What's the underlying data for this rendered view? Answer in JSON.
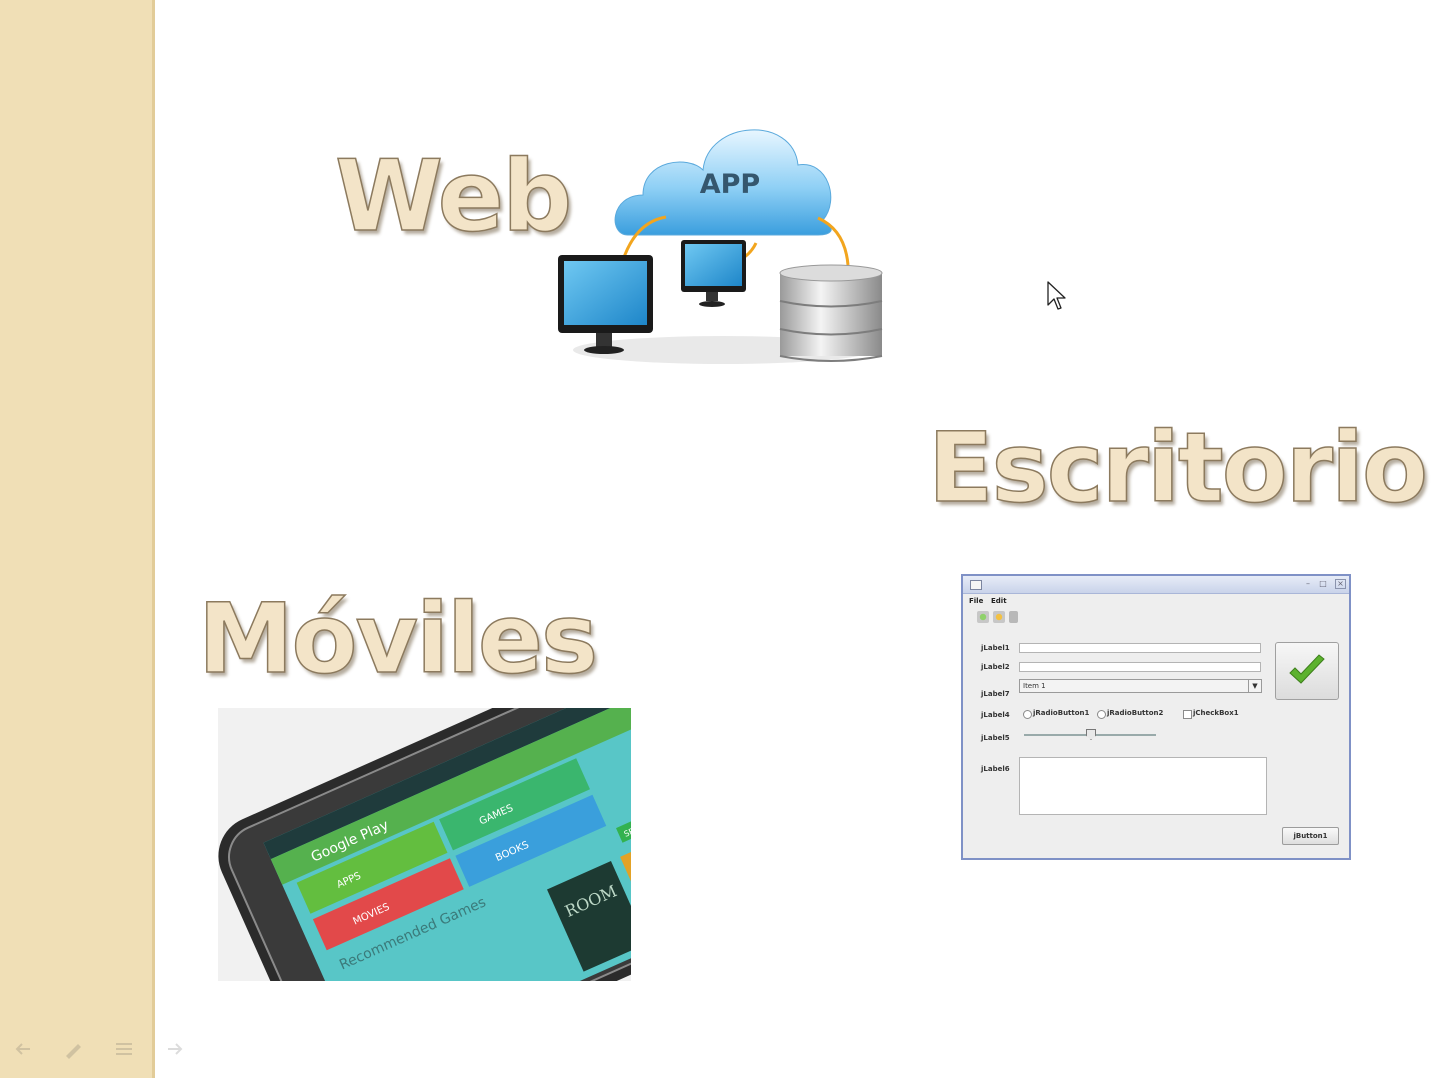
{
  "slide": {
    "web_title": "Web",
    "desktop_title": "Escritorio",
    "mobile_title": "Móviles",
    "cloud_label": "APP"
  },
  "phone_screen": {
    "store_title": "Google Play",
    "tiles": [
      "APPS",
      "MOVIES",
      "GAMES",
      "BOOKS"
    ],
    "section": "Recommended Games",
    "see_more": "SEE MORE",
    "game_title": "ROOM"
  },
  "java_window": {
    "menu": [
      "File",
      "Edit"
    ],
    "labels": [
      "jLabel1",
      "jLabel2",
      "jLabel7",
      "jLabel4",
      "jLabel5",
      "jLabel6"
    ],
    "combo_value": "Item 1",
    "options": [
      "jRadioButton1",
      "jRadioButton2",
      "jCheckBox1"
    ],
    "slider_value": 50,
    "button_label": "jButton1"
  },
  "colors": {
    "sidebar": "#f0dfb6",
    "wordart_fill": "#f3e4c8",
    "wordart_outline": "#8c7a5e",
    "cloud": "#5bb3e6",
    "window_border": "#7f91c6"
  }
}
